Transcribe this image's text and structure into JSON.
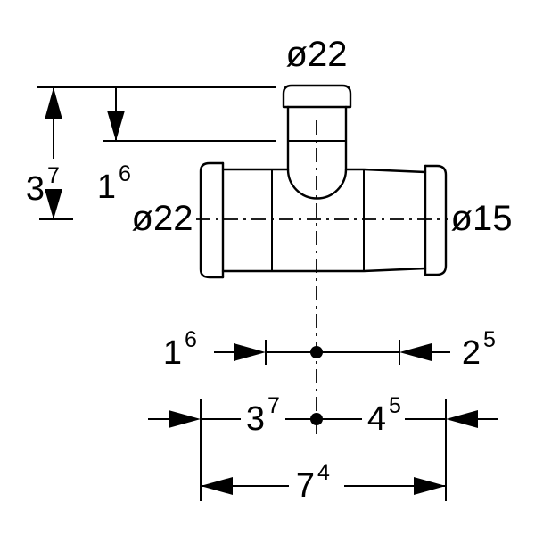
{
  "diagram": {
    "labels": {
      "top_diameter": "ø22",
      "left_diameter": "ø22",
      "right_diameter": "ø15"
    },
    "dimensions": {
      "height": {
        "main": "3",
        "sup": "7"
      },
      "branch_depth": {
        "main": "1",
        "sup": "6"
      },
      "left_insertion": {
        "main": "1",
        "sup": "6"
      },
      "right_insertion": {
        "main": "2",
        "sup": "5"
      },
      "left_length": {
        "main": "3",
        "sup": "7"
      },
      "right_length": {
        "main": "4",
        "sup": "5"
      },
      "total_length": {
        "main": "7",
        "sup": "4"
      }
    },
    "colors": {
      "line": "#000000",
      "background": "#ffffff"
    }
  }
}
